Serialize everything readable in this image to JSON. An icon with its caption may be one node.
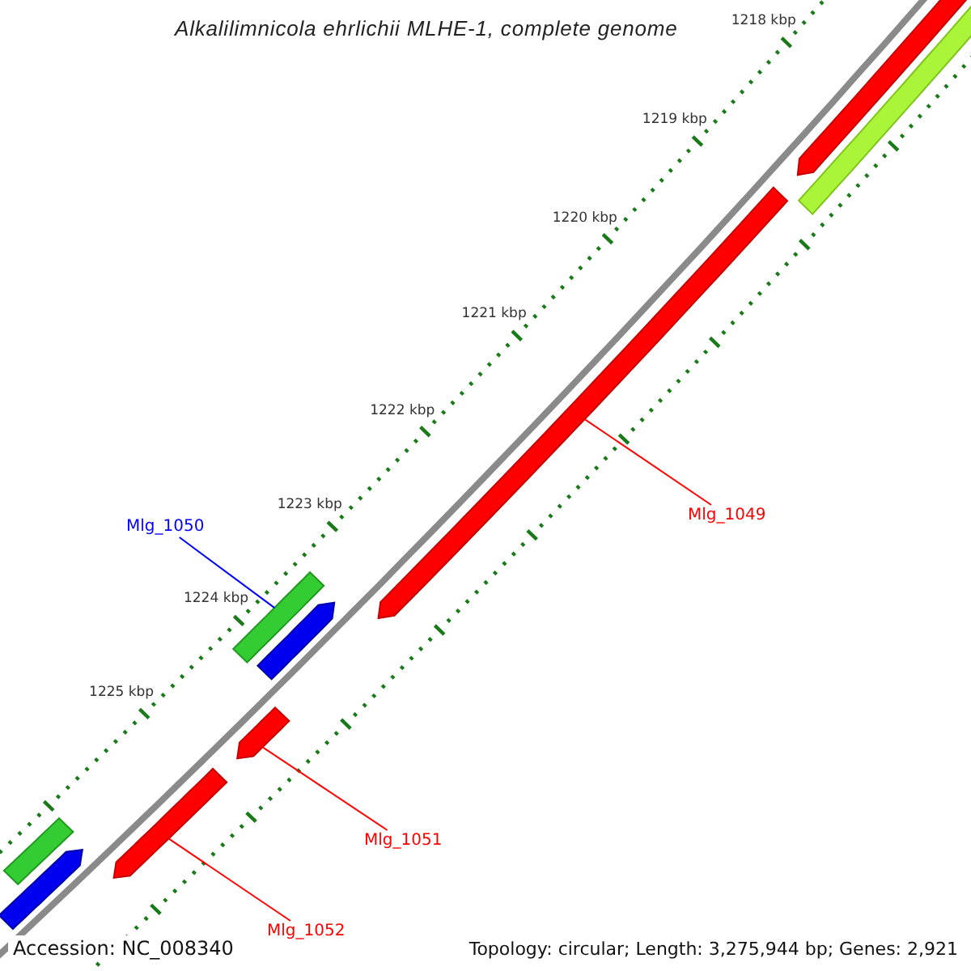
{
  "diagram": {
    "title": "Alkalilimnicola ehrlichii MLHE-1, complete genome",
    "nodes": [
      {
        "text": [],
        "shape": "arrow"
      },
      {
        "text": [],
        "shape": "bar"
      },
      {
        "text": [],
        "shape": "arrow"
      },
      {
        "text": [
          "Mlg_1049"
        ]
      },
      {
        "text": [
          "Mlg_1050"
        ]
      },
      {
        "text": [],
        "shape": "bar"
      },
      {
        "text": [],
        "shape": "arrow"
      },
      {
        "text": [],
        "shape": "arrow"
      },
      {
        "text": [
          "Mlg_1051"
        ]
      },
      {
        "text": [],
        "shape": "arrow"
      },
      {
        "text": [],
        "shape": "bar"
      },
      {
        "text": [],
        "shape": "arrow"
      },
      {
        "text": [
          "Mlg_1052"
        ]
      }
    ],
    "edges": [
      {
        "from": 4,
        "to": 5,
        "arrow": "none",
        "color": "#0000ff"
      },
      {
        "from": 3,
        "to": 2,
        "arrow": "none"
      },
      {
        "from": 8,
        "to": 7,
        "arrow": "none"
      },
      {
        "from": 12,
        "to": 9,
        "arrow": "none"
      }
    ],
    "labels": [
      "1218 kbp",
      "1219 kbp",
      "1220 kbp",
      "1221 kbp",
      "1222 kbp",
      "1223 kbp",
      "1224 kbp",
      "1225 kbp",
      "Accession: NC_008340",
      "Topology: circular; Length: 3,275,944 bp; Genes: 2,921"
    ]
  }
}
